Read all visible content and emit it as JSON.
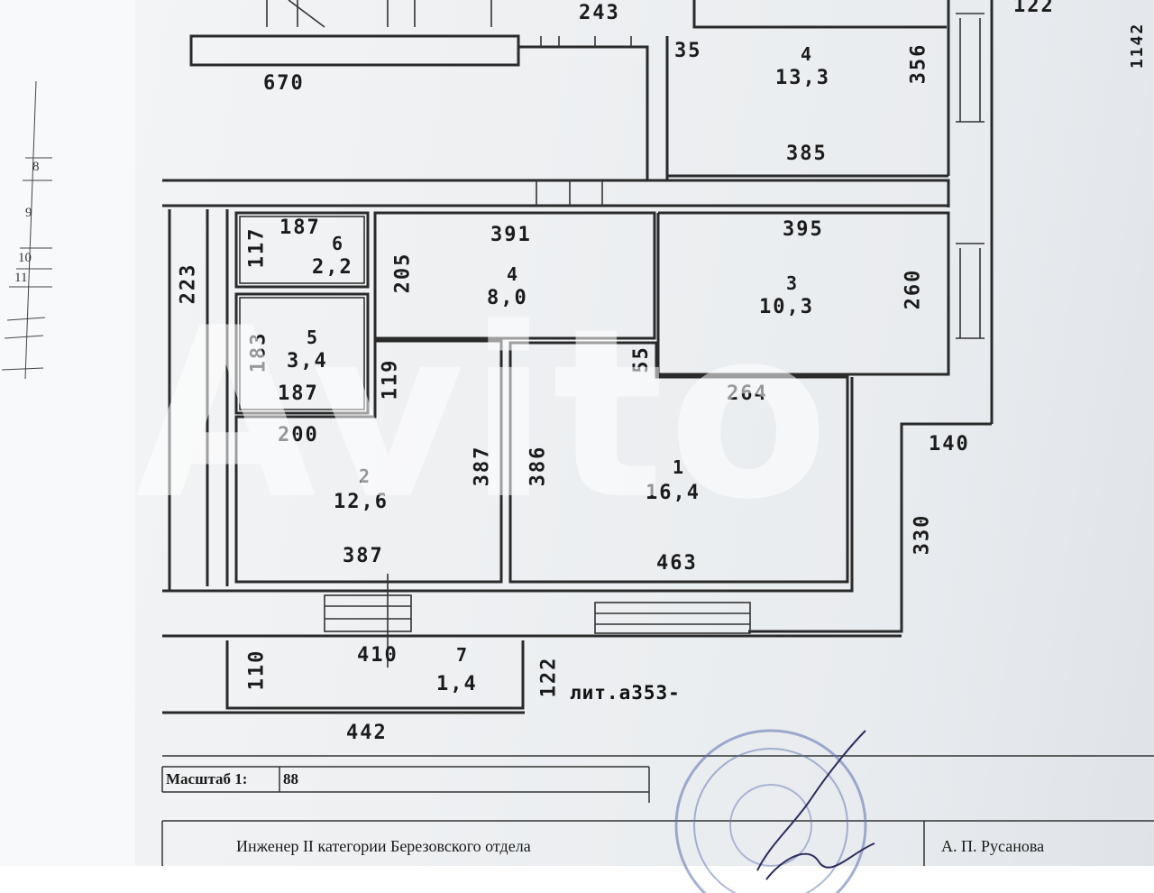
{
  "plan": {
    "rooms": [
      {
        "id": "room-1",
        "number": "1",
        "area": "16,4"
      },
      {
        "id": "room-2",
        "number": "2",
        "area": "12,6"
      },
      {
        "id": "room-3",
        "number": "3",
        "area": "10,3"
      },
      {
        "id": "room-4",
        "number": "4",
        "area": "8,0"
      },
      {
        "id": "room-4-upper",
        "number": "4",
        "area": "13,3"
      },
      {
        "id": "room-5",
        "number": "5",
        "area": "3,4"
      },
      {
        "id": "room-6",
        "number": "6",
        "area": "2,2"
      },
      {
        "id": "room-7",
        "number": "7",
        "area": "1,4"
      }
    ],
    "dimensions": {
      "d243": "243",
      "d670": "670",
      "d35": "35",
      "d356": "356",
      "d385": "385",
      "d122top": "122",
      "d187a": "187",
      "d117": "117",
      "d223": "223",
      "d205": "205",
      "d391": "391",
      "d395": "395",
      "d260": "260",
      "d183": "183",
      "d187b": "187",
      "d119": "119",
      "d55": "55",
      "d264": "264",
      "d140": "140",
      "d200": "200",
      "d387a": "387",
      "d386": "386",
      "d387b": "387",
      "d463": "463",
      "d330": "330",
      "d110": "110",
      "d410": "410",
      "d122": "122",
      "d442": "442"
    },
    "lit_label": "лит.а353-",
    "edge_numbers": [
      "8",
      "9",
      "10",
      "11"
    ],
    "cut_number_top": "1142"
  },
  "footer": {
    "scale_label": "Масштаб 1:",
    "scale_value": "88",
    "engineer_title": "Инженер II категории Березовского отдела",
    "engineer_name": "А. П. Русанова"
  },
  "watermark": "Avito",
  "colors": {
    "ink": "#1b1b1b",
    "paper": "#eef0f2",
    "stamp": "#5a6fb0"
  }
}
